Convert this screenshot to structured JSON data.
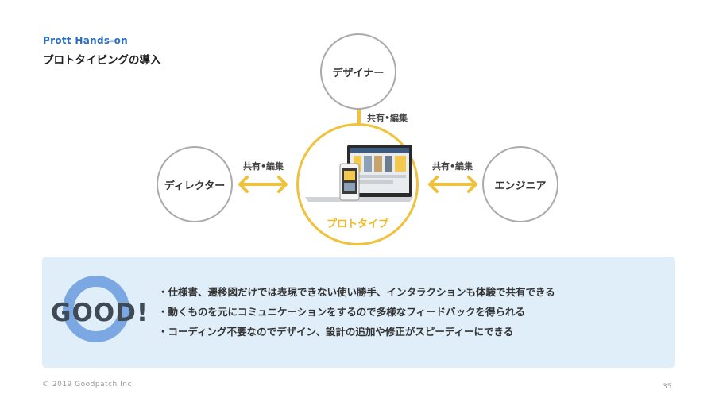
{
  "header": {
    "kicker": "Prott Hands-on",
    "title": "プロトタイピングの導入"
  },
  "diagram": {
    "designer": "デザイナー",
    "director": "ディレクター",
    "engineer": "エンジニア",
    "prototype": "プロトタイプ",
    "share_edit_top": "共有•編集",
    "share_edit_left": "共有•編集",
    "share_edit_right": "共有•編集",
    "colors": {
      "accent": "#f0c23b",
      "ring": "#7ba7e3",
      "panel": "#dfeef9"
    }
  },
  "good": {
    "badge": "GOOD!",
    "bullets": [
      "仕様書、遷移図だけでは表現できない使い勝手、インタラクションも体験で共有できる",
      "動くものを元にコミュニケーションをするので多様なフィードバックを得られる",
      "コーディング不要なのでデザイン、設計の追加や修正がスピーディーにできる"
    ]
  },
  "footer": {
    "copyright": "© 2019 Goodpatch Inc.",
    "page": "35"
  }
}
